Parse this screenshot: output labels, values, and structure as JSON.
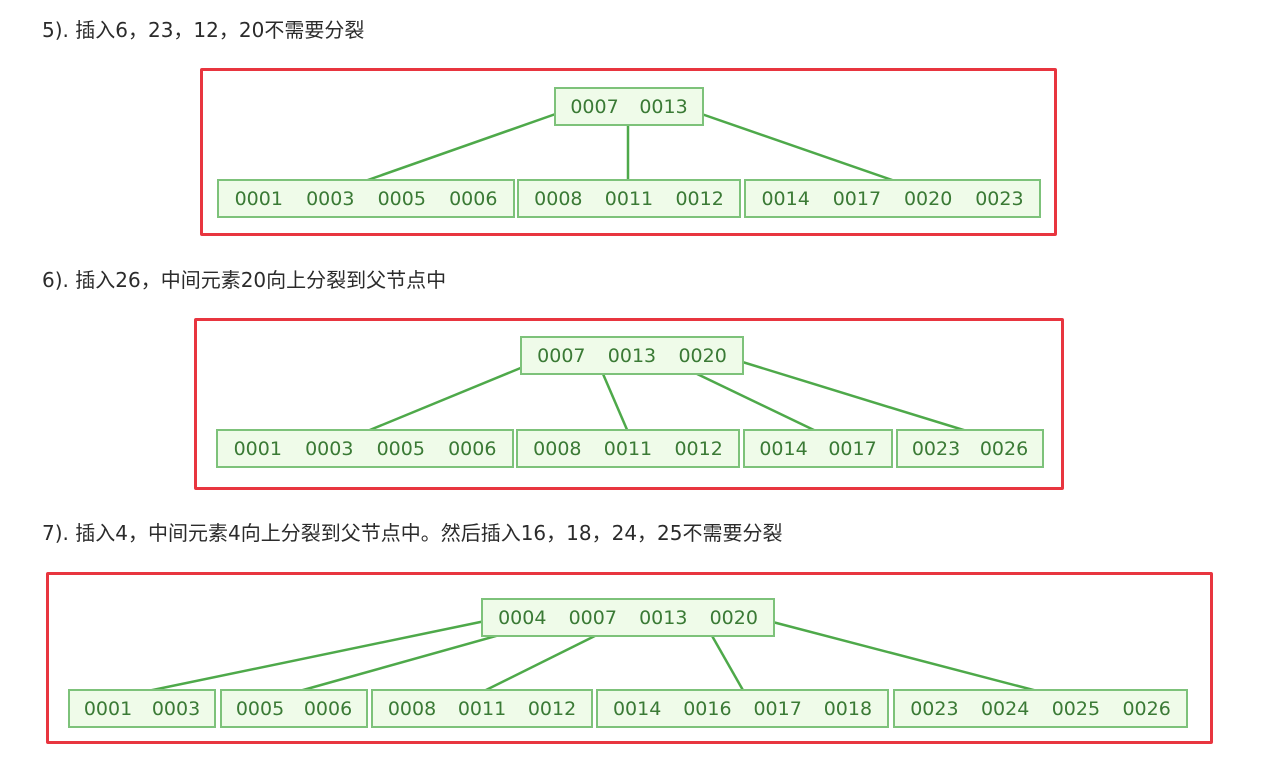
{
  "steps": [
    {
      "heading": "5).  插入6，23，12，20不需要分裂",
      "root": [
        "0007",
        "0013"
      ],
      "leaves": [
        [
          "0001",
          "0003",
          "0005",
          "0006"
        ],
        [
          "0008",
          "0011",
          "0012"
        ],
        [
          "0014",
          "0017",
          "0020",
          "0023"
        ]
      ]
    },
    {
      "heading": "6).  插入26，中间元素20向上分裂到父节点中",
      "root": [
        "0007",
        "0013",
        "0020"
      ],
      "leaves": [
        [
          "0001",
          "0003",
          "0005",
          "0006"
        ],
        [
          "0008",
          "0011",
          "0012"
        ],
        [
          "0014",
          "0017"
        ],
        [
          "0023",
          "0026"
        ]
      ]
    },
    {
      "heading": "7).  插入4，中间元素4向上分裂到父节点中。然后插入16，18，24，25不需要分裂",
      "root": [
        "0004",
        "0007",
        "0013",
        "0020"
      ],
      "leaves": [
        [
          "0001",
          "0003"
        ],
        [
          "0005",
          "0006"
        ],
        [
          "0008",
          "0011",
          "0012"
        ],
        [
          "0014",
          "0016",
          "0017",
          "0018"
        ],
        [
          "0023",
          "0024",
          "0025",
          "0026"
        ]
      ]
    }
  ],
  "colors": {
    "frame": "#e8353f",
    "node_fill": "#effbe9",
    "node_border": "#7dc27a",
    "edge": "#4ea94a",
    "key_text": "#3a7a35"
  }
}
